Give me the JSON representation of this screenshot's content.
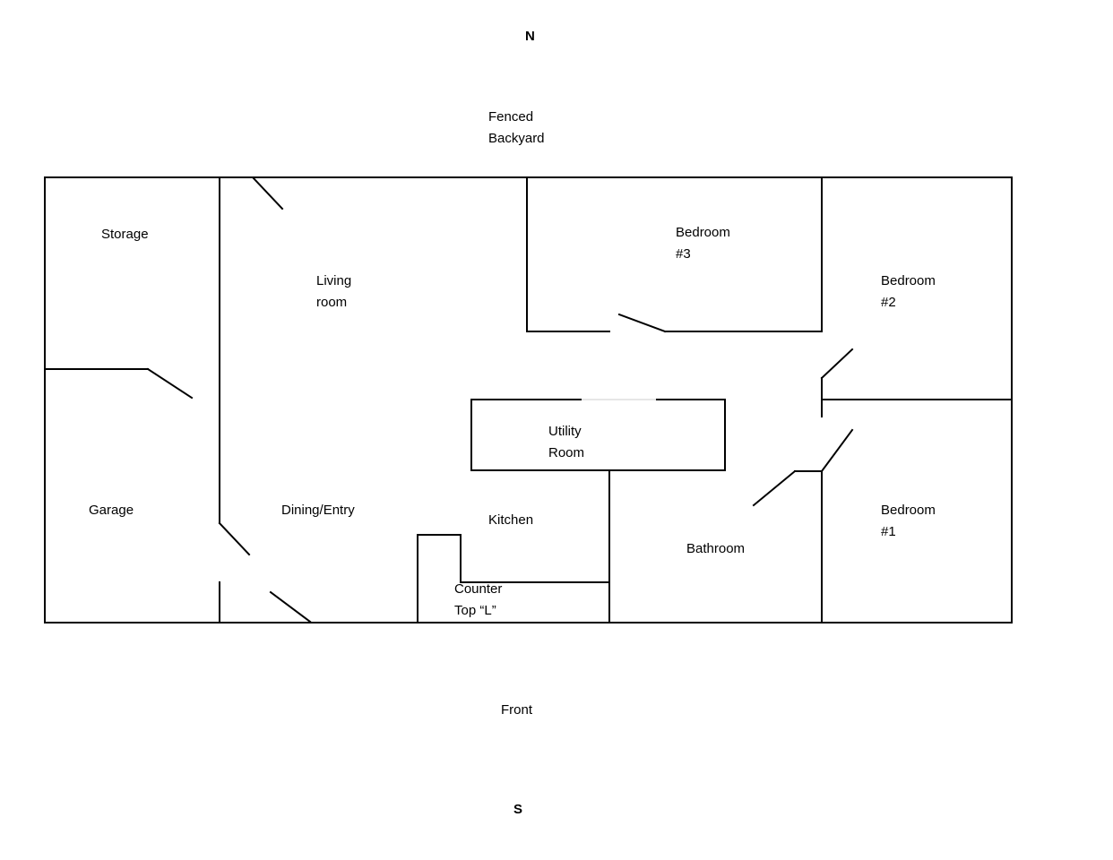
{
  "compass": {
    "north": "N",
    "south": "S"
  },
  "exterior": {
    "backyard": [
      "Fenced",
      "Backyard"
    ],
    "front": "Front"
  },
  "rooms": {
    "storage": [
      "Storage"
    ],
    "living": [
      "Living",
      "room"
    ],
    "bedroom3": [
      "Bedroom",
      "#3"
    ],
    "bedroom2": [
      "Bedroom",
      "#2"
    ],
    "utility": [
      "Utility",
      "Room"
    ],
    "garage": [
      "Garage"
    ],
    "dining": [
      "Dining/Entry"
    ],
    "kitchen": [
      "Kitchen"
    ],
    "bathroom": [
      "Bathroom"
    ],
    "bedroom1": [
      "Bedroom",
      "#1"
    ],
    "counter": [
      "Counter",
      "Top “L”"
    ]
  },
  "colors": {
    "line": "#000000",
    "background": "#ffffff",
    "opening": "#e6e6e6"
  }
}
